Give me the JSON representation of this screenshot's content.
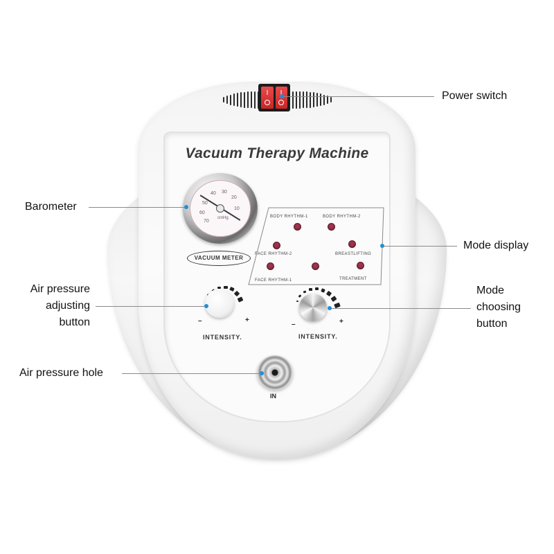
{
  "device": {
    "title": "Vacuum Therapy Machine",
    "gauge": {
      "label": "VACUUM METER",
      "scale_numbers": [
        "10",
        "20",
        "30",
        "40",
        "50",
        "60",
        "70"
      ],
      "unit": "cmHg"
    },
    "mode_display": {
      "labels": [
        "BODY RHYTHM-1",
        "BODY RHYTHM-2",
        "FACE RHYTHM-2",
        "BREASTLIFTING",
        "FACE RHYTHM-1",
        "TREATMENT"
      ],
      "led_count": 7,
      "led_color": "#a0334d"
    },
    "knobs": [
      {
        "minus": "–",
        "plus": "+",
        "label": "INTENSITY."
      },
      {
        "minus": "–",
        "plus": "+",
        "label": "INTENSITY."
      }
    ],
    "inlet_label": "IN",
    "switch_color": "#d93636"
  },
  "callouts": {
    "power_switch": "Power switch",
    "barometer": "Barometer",
    "mode_display": "Mode display",
    "air_pressure_adjusting": [
      "Air pressure",
      "adjusting",
      "button"
    ],
    "mode_choosing": [
      "Mode",
      "choosing",
      "button"
    ],
    "air_pressure_hole": "Air pressure hole",
    "dot_color": "#1e90d6"
  }
}
